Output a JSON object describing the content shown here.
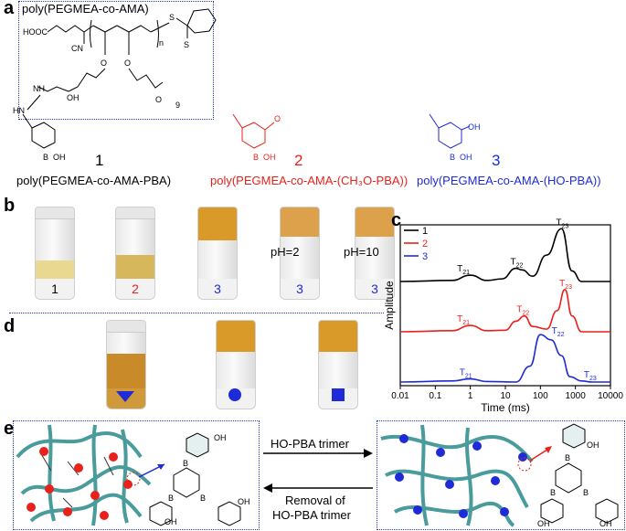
{
  "panel_a": {
    "label": "a",
    "box_title": "poly(PEGMEA-co-AMA)",
    "compounds": [
      {
        "number": "1",
        "name": "poly(PEGMEA-co-AMA-PBA)",
        "color": "#000000"
      },
      {
        "number": "2",
        "name": "poly(PEGMEA-co-AMA-(CH₃O-PBA))",
        "color": "#e8211c"
      },
      {
        "number": "3",
        "name": "poly(PEGMEA-co-AMA-(HO-PBA))",
        "color": "#1f2bd6"
      }
    ],
    "atoms": {
      "cooh": "HOOC",
      "cn": "CN",
      "oh": "OH",
      "nh": "NH",
      "hn": "HN",
      "n": "n",
      "s": "S",
      "o": "O",
      "b": "B",
      "ho": "HO",
      "nine": "9",
      "ome": "O"
    }
  },
  "panel_b": {
    "label": "b",
    "vials": [
      {
        "label": "1",
        "color": "#000000",
        "state": "solution"
      },
      {
        "label": "2",
        "color": "#e8211c",
        "state": "solution"
      },
      {
        "label": "3",
        "color": "#1f2bd6",
        "state": "gel"
      },
      {
        "label": "3",
        "color": "#1f2bd6",
        "state": "gel",
        "ph": "pH=2"
      },
      {
        "label": "3",
        "color": "#1f2bd6",
        "state": "gel",
        "ph": "pH=10"
      }
    ]
  },
  "panel_c": {
    "label": "c"
  },
  "panel_d": {
    "label": "d",
    "vials": [
      {
        "symbol": "triangle",
        "color": "#1f2bd6"
      },
      {
        "symbol": "circle",
        "color": "#1f2bd6"
      },
      {
        "symbol": "square",
        "color": "#1f2bd6"
      }
    ]
  },
  "panel_e": {
    "label": "e",
    "forward_label": "HO-PBA trimer",
    "reverse_label_1": "Removal of",
    "reverse_label_2": "HO-PBA trimer",
    "atoms": {
      "b": "B",
      "o": "O",
      "oh": "OH"
    }
  },
  "chart_data": {
    "type": "line",
    "xlabel": "Time (ms)",
    "ylabel": "Amplitude",
    "xscale": "log",
    "xlim": [
      0.01,
      10000
    ],
    "xticks": [
      "0.01",
      "0.1",
      "1",
      "10",
      "100",
      "1000",
      "10000"
    ],
    "legend_position": "top-left",
    "series": [
      {
        "name": "1",
        "color": "#000000",
        "offset": 2,
        "x": [
          0.01,
          0.3,
          1,
          3,
          8,
          20,
          30,
          60,
          150,
          400,
          800,
          1500,
          10000
        ],
        "y": [
          0,
          0.02,
          0.12,
          0.02,
          0.05,
          0.25,
          0.22,
          0.1,
          0.5,
          1.0,
          0.2,
          0,
          0
        ],
        "labels": [
          {
            "text": "T",
            "sub": "21",
            "x": 0.6,
            "y": 0.12
          },
          {
            "text": "T",
            "sub": "22",
            "x": 20,
            "y": 0.25
          },
          {
            "text": "T",
            "sub": "23",
            "x": 400,
            "y": 1.0
          }
        ]
      },
      {
        "name": "2",
        "color": "#e8211c",
        "offset": 1,
        "x": [
          0.01,
          0.3,
          1,
          3,
          10,
          20,
          35,
          60,
          150,
          300,
          500,
          800,
          1500,
          10000
        ],
        "y": [
          0,
          0.02,
          0.12,
          0.02,
          0.03,
          0.2,
          0.3,
          0.1,
          0.05,
          0.4,
          0.8,
          0.3,
          0,
          0
        ],
        "labels": [
          {
            "text": "T",
            "sub": "21",
            "x": 0.6,
            "y": 0.12
          },
          {
            "text": "T",
            "sub": "22",
            "x": 30,
            "y": 0.3
          },
          {
            "text": "T",
            "sub": "23",
            "x": 500,
            "y": 0.8
          }
        ]
      },
      {
        "name": "3",
        "color": "#1f2bd6",
        "offset": 0,
        "x": [
          0.01,
          0.3,
          1,
          3,
          20,
          50,
          100,
          200,
          400,
          700,
          1500,
          3000,
          10000
        ],
        "y": [
          0,
          0.02,
          0.06,
          0.01,
          0.0,
          0.3,
          0.9,
          0.8,
          0.5,
          0.1,
          0.02,
          0.0,
          0
        ],
        "labels": [
          {
            "text": "T",
            "sub": "21",
            "x": 0.7,
            "y": 0.06
          },
          {
            "text": "T",
            "sub": "22",
            "x": 300,
            "y": 0.85
          },
          {
            "text": "T",
            "sub": "23",
            "x": 2500,
            "y": 0.02
          }
        ]
      }
    ]
  }
}
